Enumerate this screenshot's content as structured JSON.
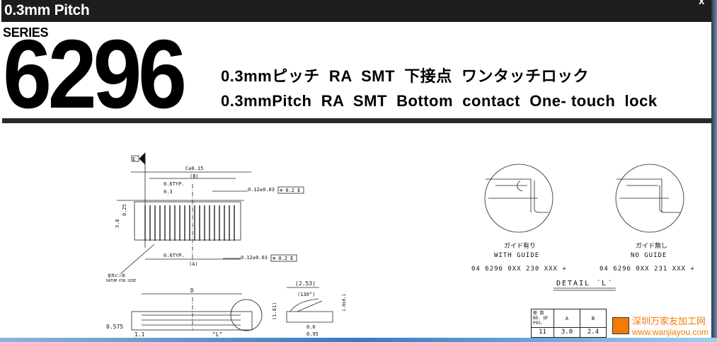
{
  "header": {
    "title": "0.3mm Pitch",
    "close_label": "x"
  },
  "series": {
    "label": "SERIES",
    "number": "6296"
  },
  "subtitle": {
    "jp": "0.3mmピッチ  RA  SMT  下接点  ワンタッチロック",
    "en": "0.3mmPitch  RA  SMT  Bottom  contact  One- touch  lock"
  },
  "drawing": {
    "datum_e": "E",
    "dim_c": "C±0.15",
    "dim_b": "(B)",
    "typ1": "0.6TYP.",
    "dim_03": "0.3",
    "tol1": "0.12±0.03",
    "pos1": "⊕ 0.2 E",
    "dim_38": "3.8",
    "dim_025": "0.25",
    "typ2": "0.6TYP.",
    "dim_a": "(A)",
    "tol2": "0.12±0.03",
    "pos2": "⊕ 0.2 E",
    "datum_jp": "基準ピン側",
    "datum_en": "DATUM PIN SIDE",
    "dim_d": "D",
    "dim_0575": "0.575",
    "dim_11": "1.1",
    "detail_l_mark": "\"L\"",
    "dim_253": "(2.53)",
    "dim_130": "(130°)",
    "dim_161": "(1.61)",
    "dim_104": "1.0±0.1",
    "dim_06": "0.6",
    "dim_095": "0.95"
  },
  "details": [
    {
      "jp": "ガイド有り",
      "en": "WITH GUIDE",
      "part": "04 6296 0XX 230 XXX +"
    },
    {
      "jp": "ガイド無し",
      "en": "NO GUIDE",
      "part": "04 6296 0XX 231 XXX +"
    }
  ],
  "detail_title": "DETAIL ´L´",
  "table": {
    "headers": [
      "極 数\nNO. OF\nPOS.",
      "A",
      "B"
    ],
    "rows": [
      [
        "11",
        "3.0",
        "2.4"
      ]
    ]
  },
  "watermark": {
    "cn": "深圳万家友加工网",
    "url": "www.wanjiayou.com"
  }
}
